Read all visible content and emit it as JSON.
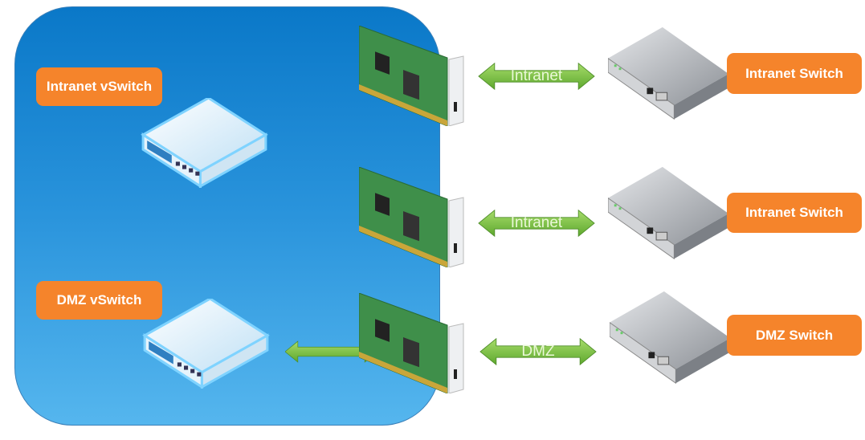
{
  "host": {
    "vswitches": [
      {
        "label": "Intranet vSwitch"
      },
      {
        "label": "DMZ vSwitch"
      }
    ]
  },
  "uplinks": [
    {
      "label": "Intranet"
    },
    {
      "label": "Intranet"
    },
    {
      "label": "DMZ"
    }
  ],
  "physical_switches": [
    {
      "label": "Intranet Switch"
    },
    {
      "label": "Intranet Switch"
    },
    {
      "label": "DMZ Switch"
    }
  ],
  "colors": {
    "host_top": "#0a78c8",
    "host_bottom": "#55b6ee",
    "label_orange": "#f5842b",
    "arrow_green": "#7cc242",
    "nic_green": "#3f8f4a",
    "switch_gray": "#a9adb3"
  }
}
